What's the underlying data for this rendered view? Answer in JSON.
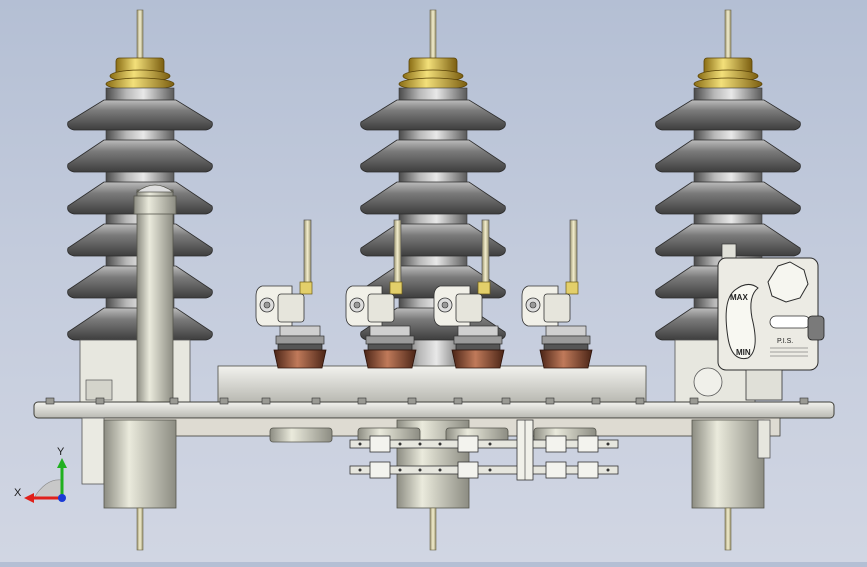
{
  "viewport": {
    "background_top": "#b4bfd4",
    "background_bottom": "#d1d6e3"
  },
  "triad": {
    "x_label": "X",
    "y_label": "Y",
    "x_color": "#e0201a",
    "y_color": "#20b020",
    "z_color": "#1a3ad6"
  },
  "gauge": {
    "max_label": "MAX",
    "min_label": "MIN",
    "brand_label": "P.I.S."
  },
  "model": {
    "insulators": 3,
    "bushings": 4,
    "insulator_color": "#6f6f6f",
    "cap_color": "#e6c84a",
    "bushing_color": "#7a3b2a"
  }
}
